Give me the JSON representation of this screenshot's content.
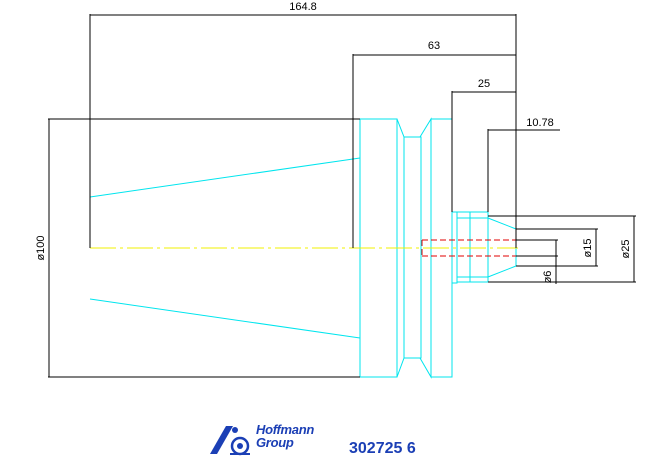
{
  "dimensions": {
    "overall_length": "164.8",
    "length_63": "63",
    "length_25": "25",
    "length_10_78": "10.78",
    "dia_100": "ø100",
    "dia_25": "ø25",
    "dia_15": "ø15",
    "dia_6": "ø6"
  },
  "logo": {
    "line1": "Hoffmann",
    "line2": "Group"
  },
  "part_number": "302725 6",
  "colors": {
    "part_outline": "#00e5ee",
    "center_line": "#f0f000",
    "bore_dashed": "#e00000",
    "dimension": "#000000",
    "brand": "#1b3fb5"
  }
}
